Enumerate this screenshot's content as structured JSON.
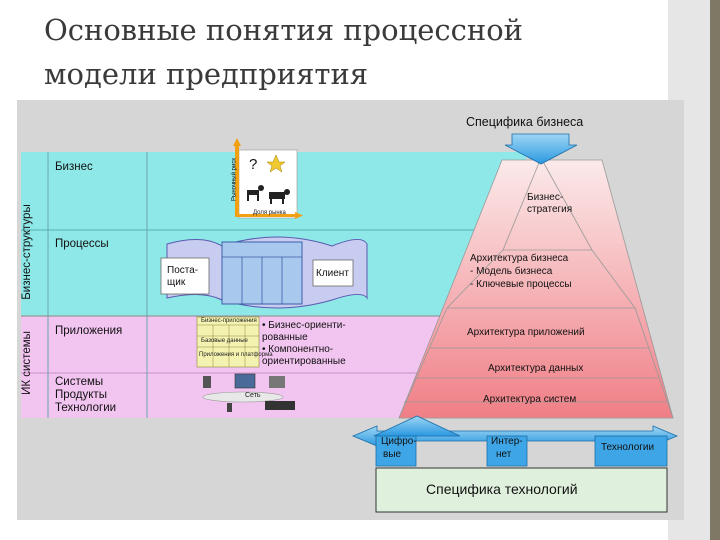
{
  "title": "Основные понятия процессной модели предприятия",
  "header": "Специфика бизнеса",
  "footer": "Специфика технологий",
  "left_groups": [
    "Бизнес-структуры",
    "ИК системы"
  ],
  "rows": {
    "business": "Бизнес",
    "processes": "Процессы",
    "applications": "Приложения",
    "systems": [
      "Системы",
      "Продукты",
      "Технологии"
    ]
  },
  "process_diagram": {
    "supplier": [
      "Поста-",
      "щик"
    ],
    "client": "Клиент"
  },
  "market_labels": {
    "vertical": "Рыночный риск",
    "horizontal": "Доля рынка",
    "question": "?"
  },
  "app_bullets": [
    "• Бизнес-ориенти-",
    "  рованные",
    "• Компонентно-",
    "  ориентированные"
  ],
  "app_table_labels": [
    "Бизнес-приложения",
    "Базовые данные",
    "Приложения и платформа"
  ],
  "network_label": "Сеть",
  "pyramid": {
    "strategy": [
      "Бизнес-",
      "стратегия"
    ],
    "business_arch": [
      "Архитектура бизнеса",
      "- Модель бизнеса",
      "- Ключевые процессы"
    ],
    "app_arch": "Архитектура приложений",
    "data_arch": "Архитектура данных",
    "system_arch": "Архитектура систем"
  },
  "tech_arrows": [
    [
      "Цифро-",
      "вые"
    ],
    [
      "Интер-",
      "нет"
    ],
    [
      "Технологии"
    ]
  ],
  "colors": {
    "business_band": "#8fe8e8",
    "app_band": "#f2c4f0",
    "pyramid_top": "#fbeaea",
    "pyramid_bottom": "#f07f86",
    "arrow_blue": "#3ea6e6",
    "footer_green": "#dff0dc"
  }
}
